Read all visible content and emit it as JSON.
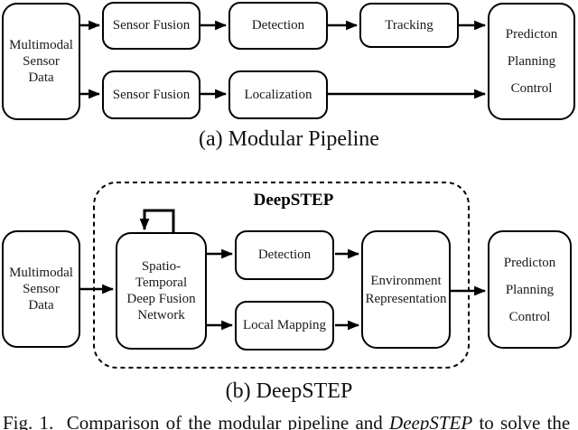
{
  "figure": {
    "caption_a": "(a) Modular Pipeline",
    "caption_b": "(b) DeepSTEP",
    "fig_caption": {
      "prefix": "Fig. 1.  Comparison of the modular pipeline and ",
      "italic_term": "DeepSTEP",
      "suffix": " to solve the"
    }
  },
  "diagram_a": {
    "nodes": {
      "multimodal": "Multimodal\nSensor\nData",
      "sensor_fusion_top": "Sensor Fusion",
      "detection": "Detection",
      "tracking": "Tracking",
      "sensor_fusion_bottom": "Sensor Fusion",
      "localization": "Localization",
      "prediction": "Predicton\nPlanning\nControl"
    },
    "edges": [
      {
        "from": "Multimodal Sensor Data",
        "to": "Sensor Fusion (top)"
      },
      {
        "from": "Sensor Fusion (top)",
        "to": "Detection"
      },
      {
        "from": "Detection",
        "to": "Tracking"
      },
      {
        "from": "Tracking",
        "to": "Predicton Planning Control"
      },
      {
        "from": "Multimodal Sensor Data",
        "to": "Sensor Fusion (bottom)"
      },
      {
        "from": "Sensor Fusion (bottom)",
        "to": "Localization"
      },
      {
        "from": "Localization",
        "to": "Predicton Planning Control"
      }
    ]
  },
  "diagram_b": {
    "container_label": "DeepSTEP",
    "nodes": {
      "multimodal": "Multimodal\nSensor\nData",
      "spatio_temporal": "Spatio-Temporal\nDeep Fusion\nNetwork",
      "detection": "Detection",
      "local_mapping": "Local Mapping",
      "environment": "Environment\nRepresentation",
      "prediction": "Predicton\nPlanning\nControl"
    },
    "edges": [
      {
        "from": "Multimodal Sensor Data",
        "to": "Spatio-Temporal Deep Fusion Network"
      },
      {
        "from": "Spatio-Temporal Deep Fusion Network",
        "to": "Spatio-Temporal Deep Fusion Network",
        "type": "self-loop"
      },
      {
        "from": "Spatio-Temporal Deep Fusion Network",
        "to": "Detection"
      },
      {
        "from": "Spatio-Temporal Deep Fusion Network",
        "to": "Local Mapping"
      },
      {
        "from": "Detection",
        "to": "Environment Representation"
      },
      {
        "from": "Local Mapping",
        "to": "Environment Representation"
      },
      {
        "from": "Environment Representation",
        "to": "Predicton Planning Control"
      }
    ]
  },
  "colors": {
    "background": "#ffffff",
    "line": "#000000",
    "text": "#1a1a1a"
  }
}
